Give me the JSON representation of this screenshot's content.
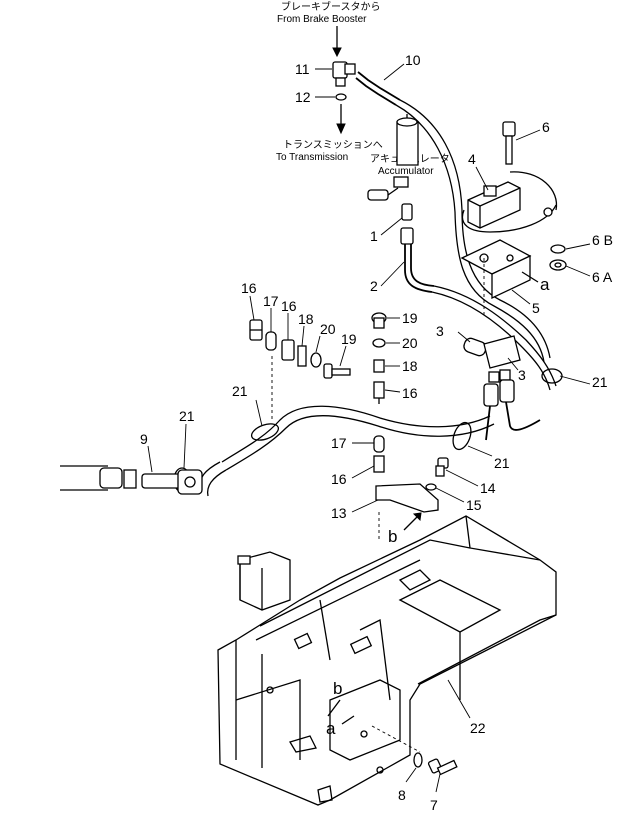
{
  "annotations": {
    "from_brake_booster_jp": "ブレーキブースタから",
    "from_brake_booster": "From Brake Booster",
    "to_transmission_jp": "トランスミッションへ",
    "to_transmission": "To Transmission",
    "accumulator_jp": "アキュームレータ",
    "accumulator": "Accumulator"
  },
  "callouts": [
    {
      "id": "c10",
      "text": "10"
    },
    {
      "id": "c11",
      "text": "11"
    },
    {
      "id": "c12",
      "text": "12"
    },
    {
      "id": "c6",
      "text": "6"
    },
    {
      "id": "c4",
      "text": "4"
    },
    {
      "id": "c6b",
      "text": "6 B"
    },
    {
      "id": "c6a",
      "text": "6 A"
    },
    {
      "id": "c1",
      "text": "1"
    },
    {
      "id": "c2",
      "text": "2"
    },
    {
      "id": "c5",
      "text": "5"
    },
    {
      "id": "c3a",
      "text": "3"
    },
    {
      "id": "c3b",
      "text": "3"
    },
    {
      "id": "c21a",
      "text": "21"
    },
    {
      "id": "c16a",
      "text": "16"
    },
    {
      "id": "c17a",
      "text": "17"
    },
    {
      "id": "c16b",
      "text": "16"
    },
    {
      "id": "c18a",
      "text": "18"
    },
    {
      "id": "c20a",
      "text": "20"
    },
    {
      "id": "c19a",
      "text": "19"
    },
    {
      "id": "c19b",
      "text": "19"
    },
    {
      "id": "c20b",
      "text": "20"
    },
    {
      "id": "c18b",
      "text": "18"
    },
    {
      "id": "c16c",
      "text": "16"
    },
    {
      "id": "c21b",
      "text": "21"
    },
    {
      "id": "c21c",
      "text": "21"
    },
    {
      "id": "c9",
      "text": "9"
    },
    {
      "id": "c17b",
      "text": "17"
    },
    {
      "id": "c16d",
      "text": "16"
    },
    {
      "id": "c21d",
      "text": "21"
    },
    {
      "id": "c14",
      "text": "14"
    },
    {
      "id": "c15",
      "text": "15"
    },
    {
      "id": "c13",
      "text": "13"
    },
    {
      "id": "c22",
      "text": "22"
    },
    {
      "id": "c8",
      "text": "8"
    },
    {
      "id": "c7",
      "text": "7"
    }
  ],
  "letters": {
    "a_top": "a",
    "b_mid": "b",
    "b_low": "b",
    "a_low": "a"
  }
}
